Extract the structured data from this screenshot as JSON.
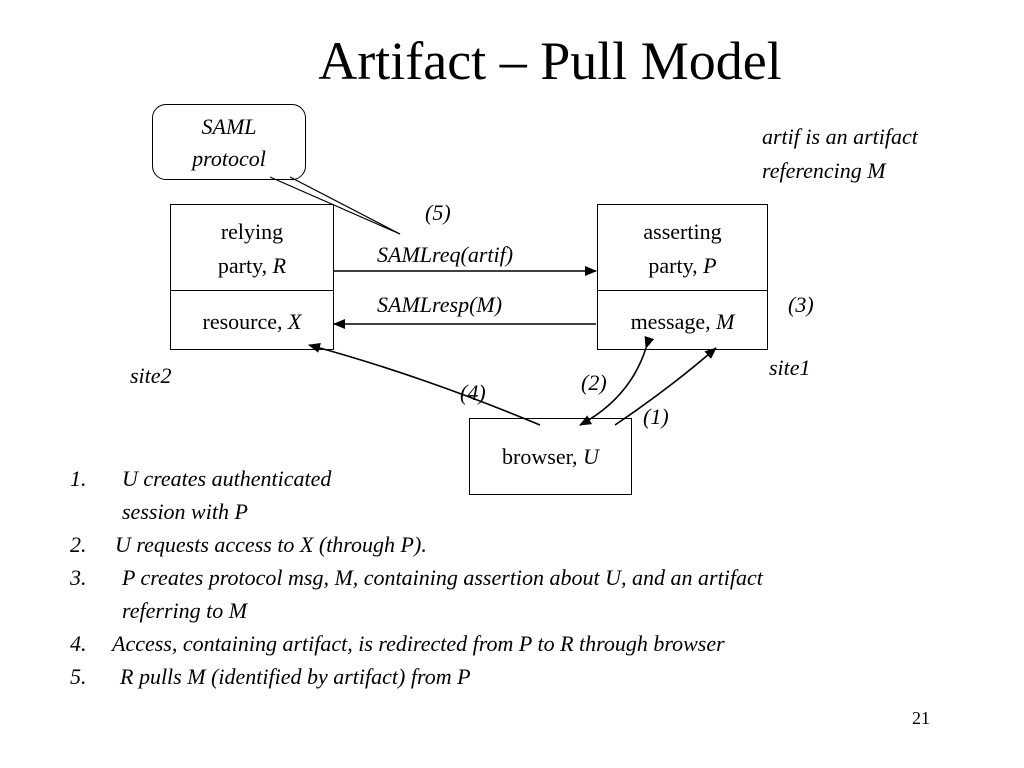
{
  "title": "Artifact – Pull Model",
  "callout": {
    "line1": "SAML",
    "line2": "protocol"
  },
  "note": {
    "line1": "artif is an artifact",
    "line2_text": "referencing ",
    "line2_var": "M"
  },
  "relying_party": {
    "line1": "relying",
    "line2_text": "party, ",
    "line2_var": "R"
  },
  "resource": {
    "text": "resource, ",
    "var": "X"
  },
  "asserting_party": {
    "line1": "asserting",
    "line2_text": "party, ",
    "line2_var": "P"
  },
  "message": {
    "text": "message",
    "var": ", M"
  },
  "browser": {
    "text": "browser, ",
    "var": "U"
  },
  "labels": {
    "step5": "(5)",
    "samlreq": "SAMLreq(artif)",
    "samlresp": "SAMLresp(M)",
    "step3": "(3)",
    "site1": "site1",
    "site2": "site2",
    "step2": "(2)",
    "step4": "(4)",
    "step1": "(1)"
  },
  "steps": [
    {
      "num": "1.",
      "lines": [
        "U creates authenticated",
        "session with P"
      ]
    },
    {
      "num": "2.",
      "lines": [
        "U requests access to X (through P)."
      ]
    },
    {
      "num": "3.",
      "lines": [
        "P creates protocol msg, M, containing assertion about U, and an artifact",
        "referring to M"
      ]
    },
    {
      "num": "4.",
      "lines": [
        "Access, containing artifact, is redirected from P to R through browser"
      ]
    },
    {
      "num": "5.",
      "lines": [
        "R  pulls M (identified by artifact) from P"
      ]
    }
  ],
  "page_number": "21"
}
